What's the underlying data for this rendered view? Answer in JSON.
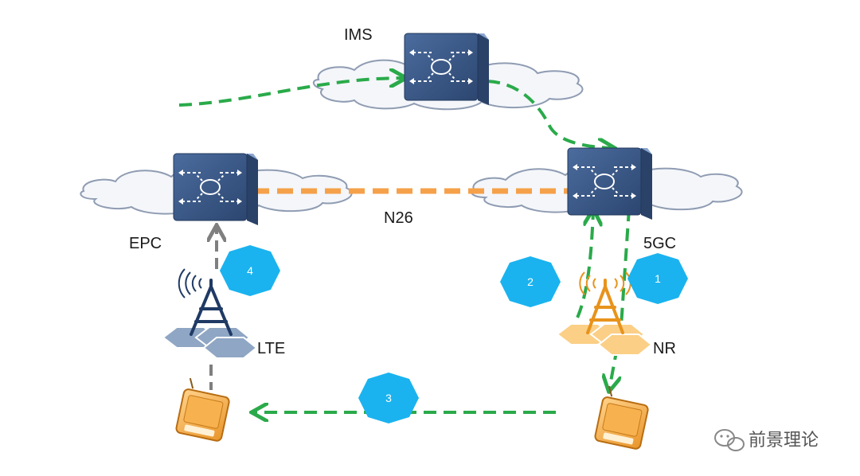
{
  "labels": {
    "ims": "IMS",
    "epc": "EPC",
    "fivegc": "5GC",
    "n26": "N26",
    "lte": "LTE",
    "nr": "NR"
  },
  "steps": [
    "1",
    "2",
    "3",
    "4"
  ],
  "watermark": "前景理论",
  "colors": {
    "green_path": "#2aaa4a",
    "orange_link": "#f5a14a",
    "gray_link": "#7f7f7f",
    "step_badge": "#1ab3ef",
    "router_body": "#3d5a86",
    "cloud_fill": "#f4f6fa",
    "cloud_stroke": "#8f9cb2",
    "lte_tower": "#1f3a64",
    "nr_tower": "#e8931c"
  },
  "icons": [
    "router-icon",
    "cloud-icon",
    "tower-icon",
    "phone-icon",
    "wechat-icon"
  ]
}
